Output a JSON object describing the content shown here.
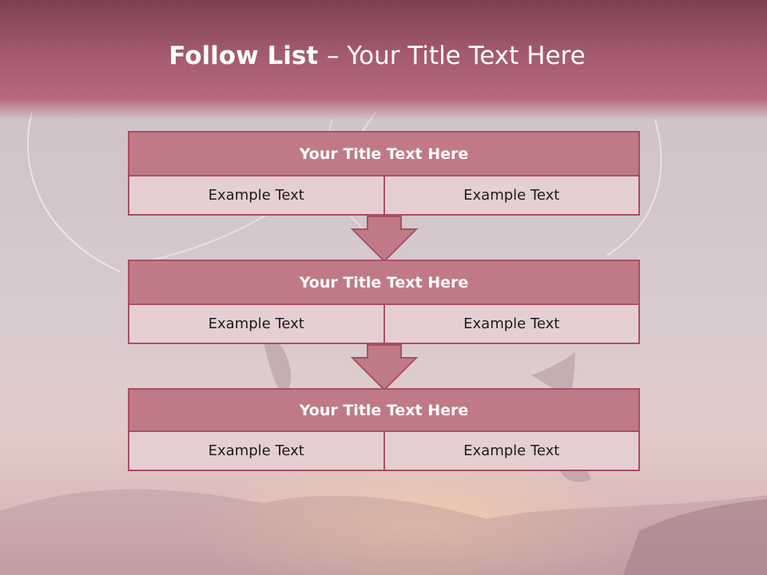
{
  "slide": {
    "title_bold": "Follow List ",
    "title_rest": " – Your Title Text Here"
  },
  "steps": [
    {
      "title": "Your Title Text Here",
      "left": "Example Text",
      "right": "Example Text"
    },
    {
      "title": "Your Title Text Here",
      "left": "Example Text",
      "right": "Example Text"
    },
    {
      "title": "Your Title Text Here",
      "left": "Example Text",
      "right": "Example Text"
    }
  ],
  "colors": {
    "header_band": "#a45a6d",
    "box_title_fill": "#c07a86",
    "box_border": "#a8505f",
    "cell_fill": "#e6cfd3",
    "arrow_fill": "#c07a86"
  }
}
